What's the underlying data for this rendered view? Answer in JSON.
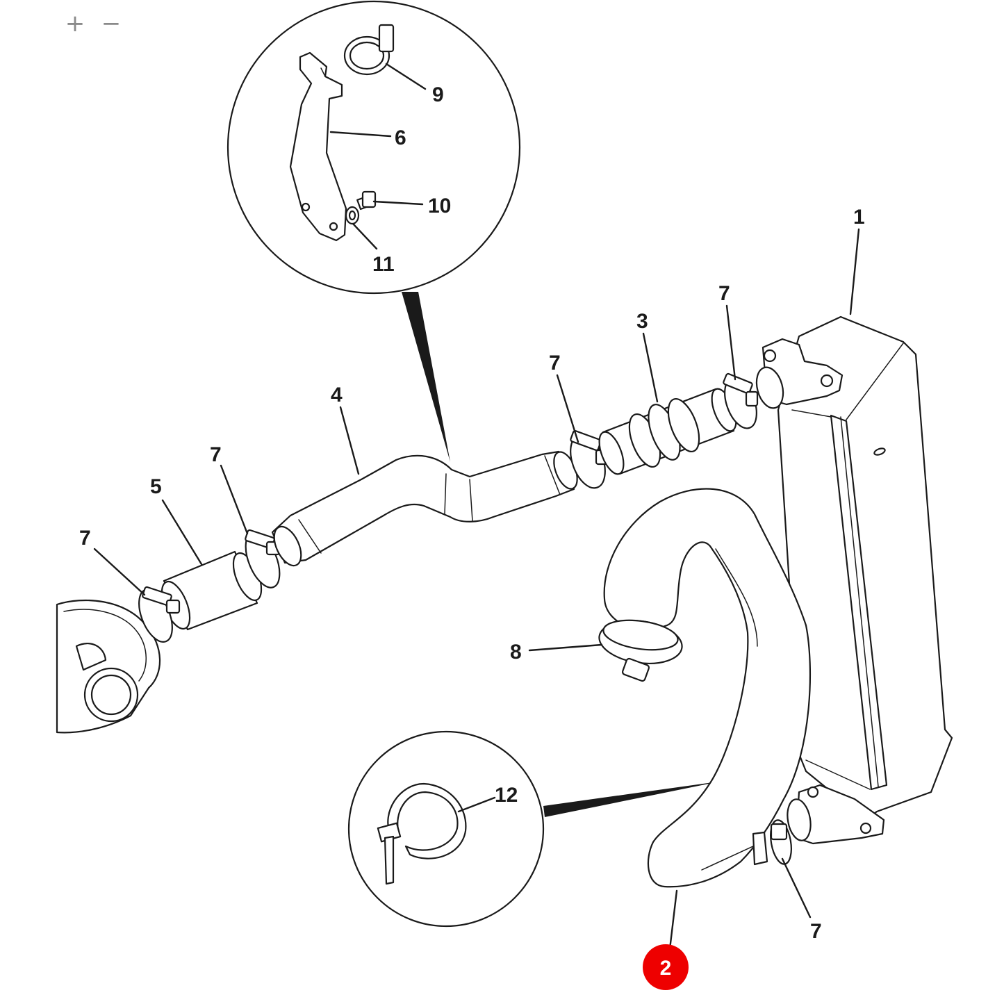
{
  "toolbar": {
    "zoom_in_label": "+",
    "zoom_out_label": "−"
  },
  "callouts": {
    "intercooler": "1",
    "lower_hose_highlighted": "2",
    "connector_hose": "3",
    "intake_pipe": "4",
    "turbo_hose": "5",
    "clamp_top_right": "7",
    "clamp_mid": "7",
    "clamp_left_upper": "7",
    "clamp_left_lower": "7",
    "clamp_bottom_right": "7",
    "clamp_large": "8",
    "bracket": "6",
    "hose_clip": "9",
    "bolt": "10",
    "washer": "11",
    "cable_tie": "12"
  },
  "colors": {
    "highlight": "#ee0000",
    "line": "#1a1a1a",
    "background": "#ffffff"
  },
  "icons": {
    "zoom_in": "plus-icon",
    "zoom_out": "minus-icon"
  }
}
